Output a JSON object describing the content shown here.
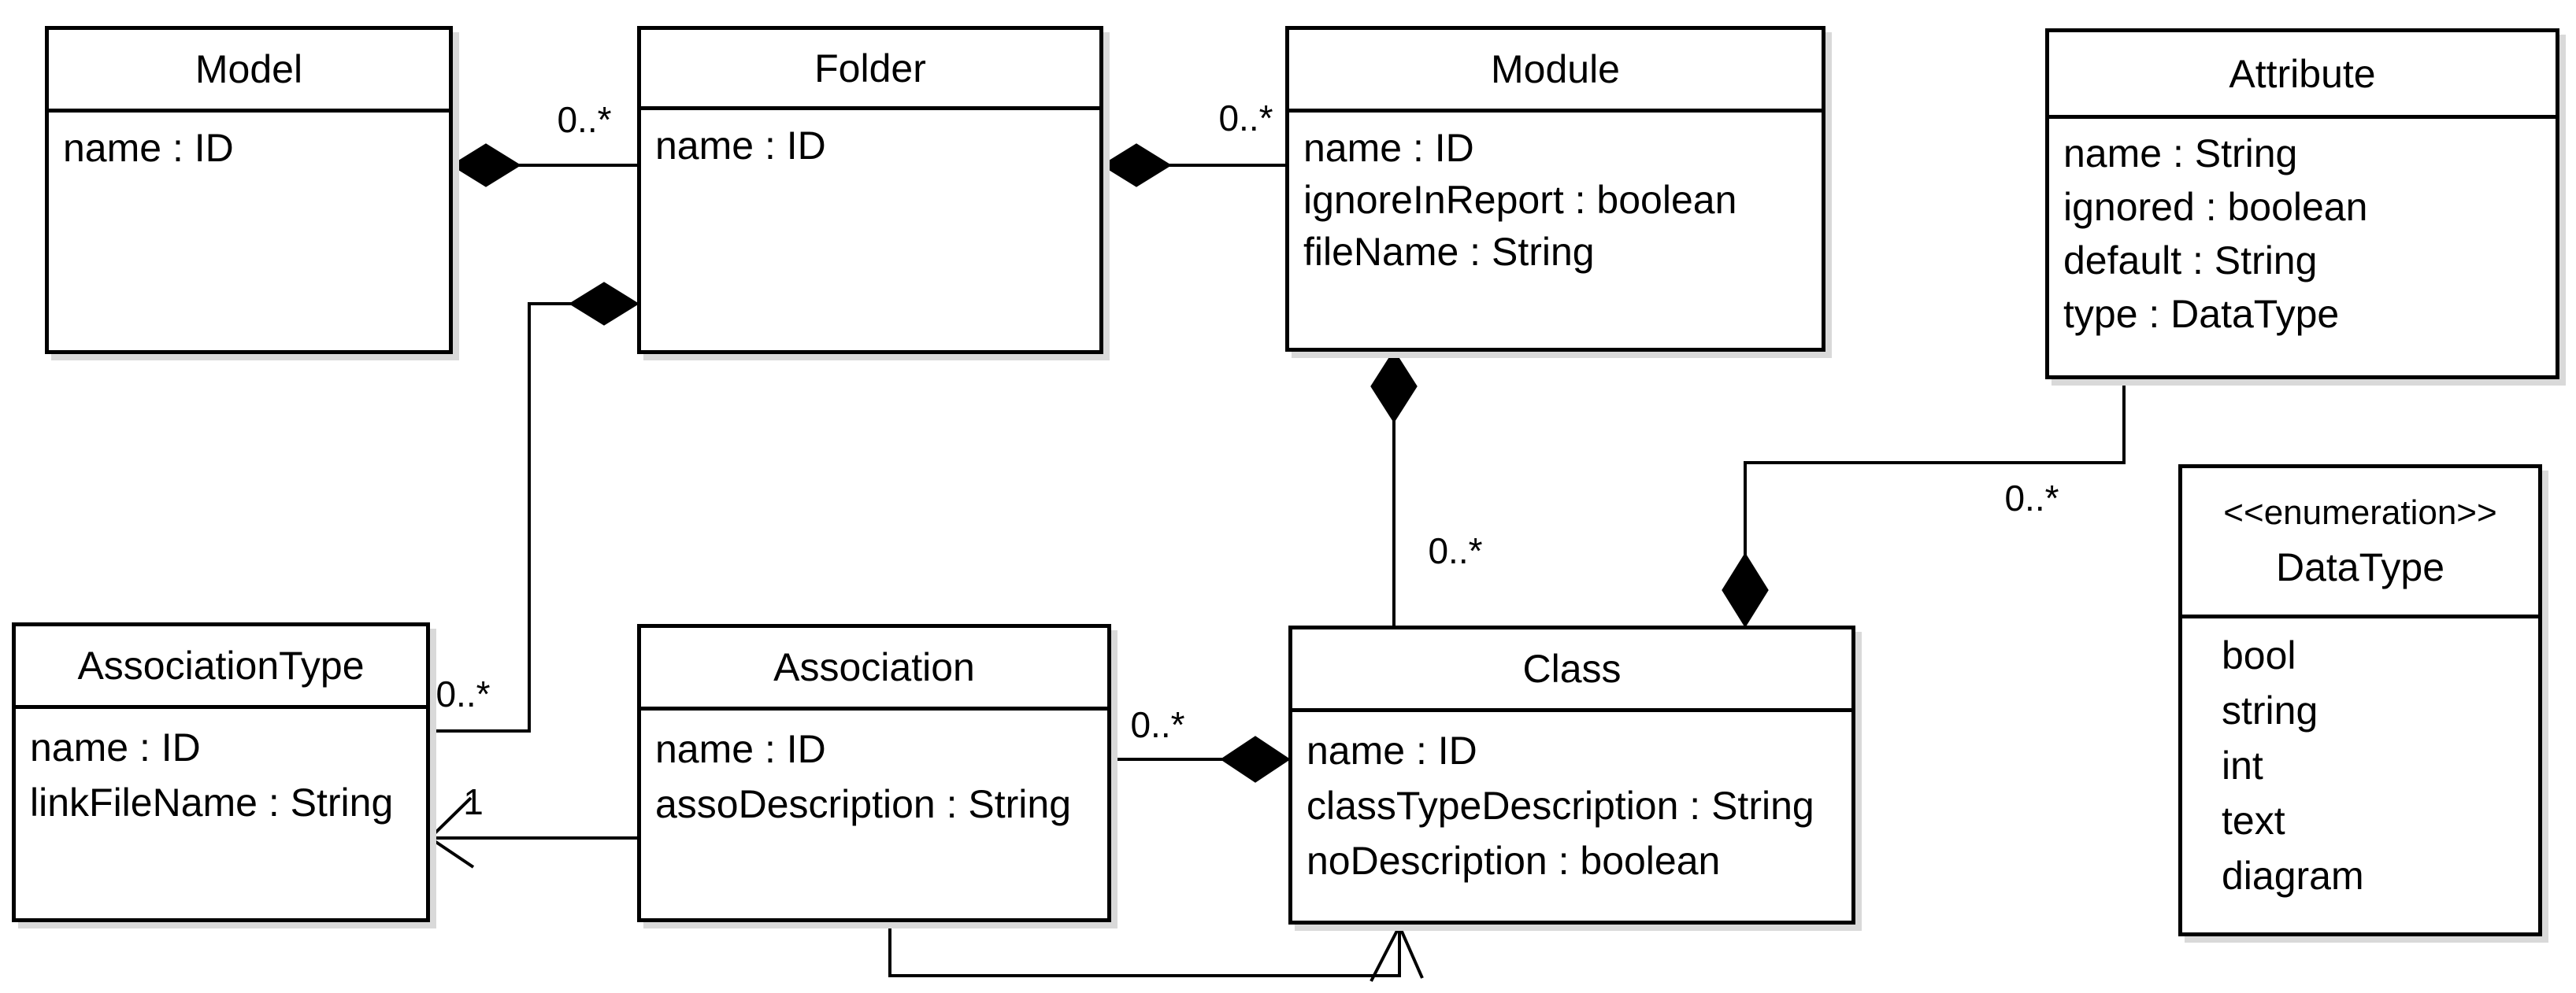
{
  "diagram_type": "uml-class-diagram",
  "colors": {
    "line": "#000000",
    "box_fill": "#ffffff",
    "background": "#ffffff",
    "shadow": "#d9d9d9",
    "text": "#000000"
  },
  "classes": {
    "model": {
      "title": "Model",
      "attributes": [
        "name : ID"
      ]
    },
    "folder": {
      "title": "Folder",
      "attributes": [
        "name : ID"
      ]
    },
    "module": {
      "title": "Module",
      "attributes": [
        "name : ID",
        "ignoreInReport : boolean",
        "fileName : String"
      ]
    },
    "attribute": {
      "title": "Attribute",
      "attributes": [
        "name : String",
        "ignored : boolean",
        "default : String",
        "type : DataType"
      ]
    },
    "association_type": {
      "title": "AssociationType",
      "attributes": [
        "name : ID",
        "linkFileName : String"
      ]
    },
    "association": {
      "title": "Association",
      "attributes": [
        "name : ID",
        "assoDescription : String"
      ]
    },
    "class": {
      "title": "Class",
      "attributes": [
        "name : ID",
        "classTypeDescription : String",
        "noDescription : boolean"
      ]
    }
  },
  "enumeration": {
    "stereotype": "<<enumeration>>",
    "title": "DataType",
    "literals": [
      "bool",
      "string",
      "int",
      "text",
      "diagram"
    ]
  },
  "labels": {
    "model_folder": "0..*",
    "folder_module": "0..*",
    "module_class": "0..*",
    "folder_associationtype": "0..*",
    "attribute_class": "0..*",
    "association_class": "0..*",
    "association_associationtype": "1"
  },
  "relationships": [
    {
      "from": "Model",
      "to": "Folder",
      "type": "composition",
      "multiplicity": "0..*"
    },
    {
      "from": "Folder",
      "to": "Module",
      "type": "composition",
      "multiplicity": "0..*"
    },
    {
      "from": "Folder",
      "to": "AssociationType",
      "type": "composition",
      "multiplicity": "0..*"
    },
    {
      "from": "Module",
      "to": "Class",
      "type": "composition",
      "multiplicity": "0..*"
    },
    {
      "from": "Class",
      "to": "Attribute",
      "type": "composition",
      "multiplicity": "0..*"
    },
    {
      "from": "Class",
      "to": "Association",
      "type": "composition",
      "multiplicity": "0..*"
    },
    {
      "from": "Association",
      "to": "AssociationType",
      "type": "association",
      "multiplicity": "1"
    },
    {
      "from": "Association",
      "to": "Class",
      "type": "association",
      "multiplicity": ""
    }
  ]
}
